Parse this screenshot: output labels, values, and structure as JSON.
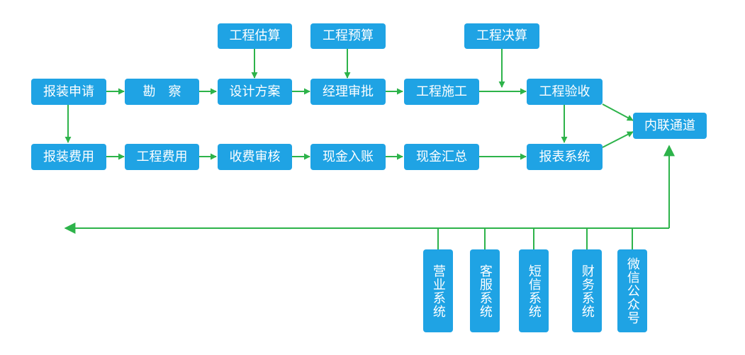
{
  "colors": {
    "node": "#1fa3e4",
    "arrow": "#2db34a",
    "text": "#ffffff"
  },
  "nodes": {
    "baozhuang_shenqing": "报装申请",
    "kancha": "勘　察",
    "sheji_fangan": "设计方案",
    "jingli_shenpi": "经理审批",
    "gongcheng_shigong": "工程施工",
    "gongcheng_yanshou": "工程验收",
    "gongcheng_gusuan": "工程估算",
    "gongcheng_yusuan": "工程预算",
    "gongcheng_juesuan": "工程决算",
    "neilian_tongdao": "内联通道",
    "baozhuang_feiyong": "报装费用",
    "gongcheng_feiyong": "工程费用",
    "shoufei_shenhe": "收费审核",
    "xianjin_ruzhang": "现金入账",
    "xianjin_huizong": "现金汇总",
    "baobiao_xitong": "报表系统",
    "yingye_xitong": "营业系统",
    "kefu_xitong": "客服系统",
    "duanxin_xitong": "短信系统",
    "caiwu_xitong": "财务系统",
    "weixin_gongzhonghao": "微信公众号"
  }
}
